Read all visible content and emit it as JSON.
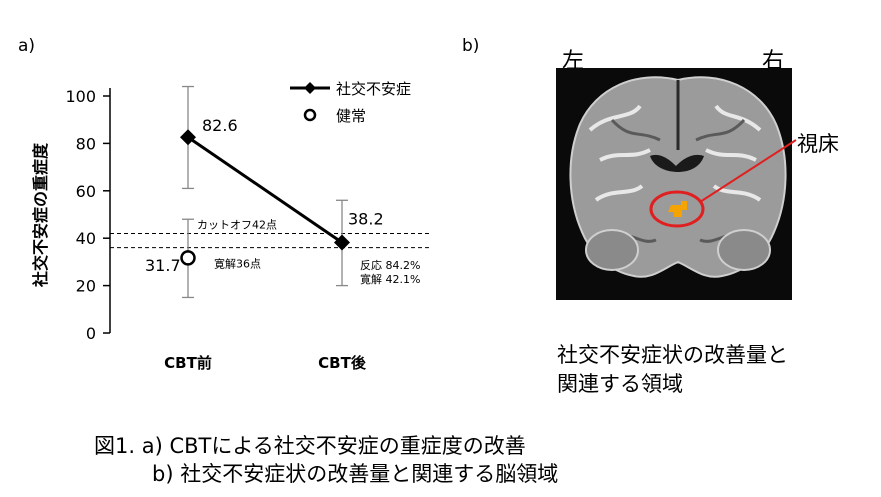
{
  "panel_a_label": "a)",
  "panel_b_label": "b)",
  "chart_data": {
    "type": "line",
    "ylabel": "社交不安症の重症度",
    "categories": [
      "CBT前",
      "CBT後"
    ],
    "ylim": [
      0,
      100
    ],
    "yticks": [
      0,
      20,
      40,
      60,
      80,
      100
    ],
    "series": [
      {
        "name": "社交不安症",
        "marker": "filled-diamond",
        "values": [
          82.6,
          38.2
        ],
        "value_labels": [
          "82.6",
          "38.2"
        ],
        "error_high": [
          104,
          56
        ],
        "error_low": [
          61,
          20
        ]
      },
      {
        "name": "健常",
        "marker": "open-circle",
        "values": [
          31.7
        ],
        "value_labels": [
          "31.7"
        ],
        "error_high": [
          48
        ],
        "error_low": [
          15
        ]
      }
    ],
    "reference_lines": [
      {
        "value": 42,
        "label": "カットオフ42点",
        "style": "dashed"
      },
      {
        "value": 36,
        "label": "寛解36点",
        "style": "dashed"
      }
    ],
    "annotations": [
      "反応 84.2%",
      "寛解 42.1%"
    ],
    "legend_position": "top-right"
  },
  "brain": {
    "left_label": "左",
    "right_label": "右",
    "region_label": "視床",
    "caption_line1": "社交不安症状の改善量と",
    "caption_line2": "関連する領域",
    "highlight_color": "#e02020",
    "activation_color": "#f5a300"
  },
  "figure_caption": {
    "line1": "図1. a) CBTによる社交不安症の重症度の改善",
    "line2": "b) 社交不安症状の改善量と関連する脳領域"
  }
}
